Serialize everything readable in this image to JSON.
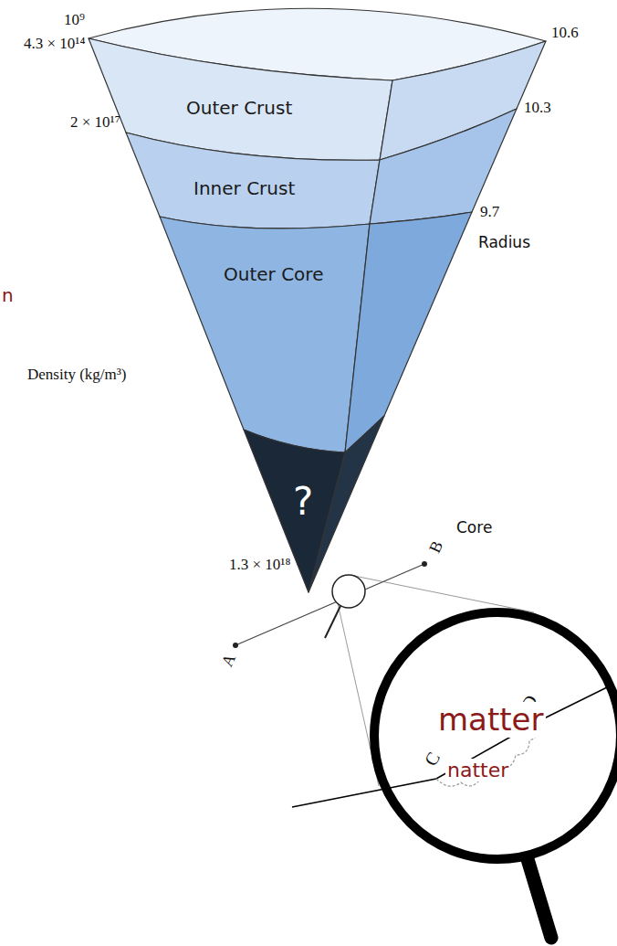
{
  "diagram": {
    "nodes": [
      {
        "text": [
          "Outer Crust"
        ]
      },
      {
        "text": [
          "Inner Crust"
        ]
      },
      {
        "text": [
          "Outer Core"
        ]
      },
      {
        "text": [
          "?"
        ]
      }
    ],
    "labels": [
      "10⁹",
      "10.6",
      "4.3 × 10¹⁴",
      "10.3",
      "2 × 10¹⁷",
      "9.7",
      "Radius",
      "n",
      "Density (kg/m³)",
      "Core",
      "1.3 × 10¹⁸",
      "B",
      "A",
      "D",
      "C",
      "matter",
      "natter"
    ]
  }
}
